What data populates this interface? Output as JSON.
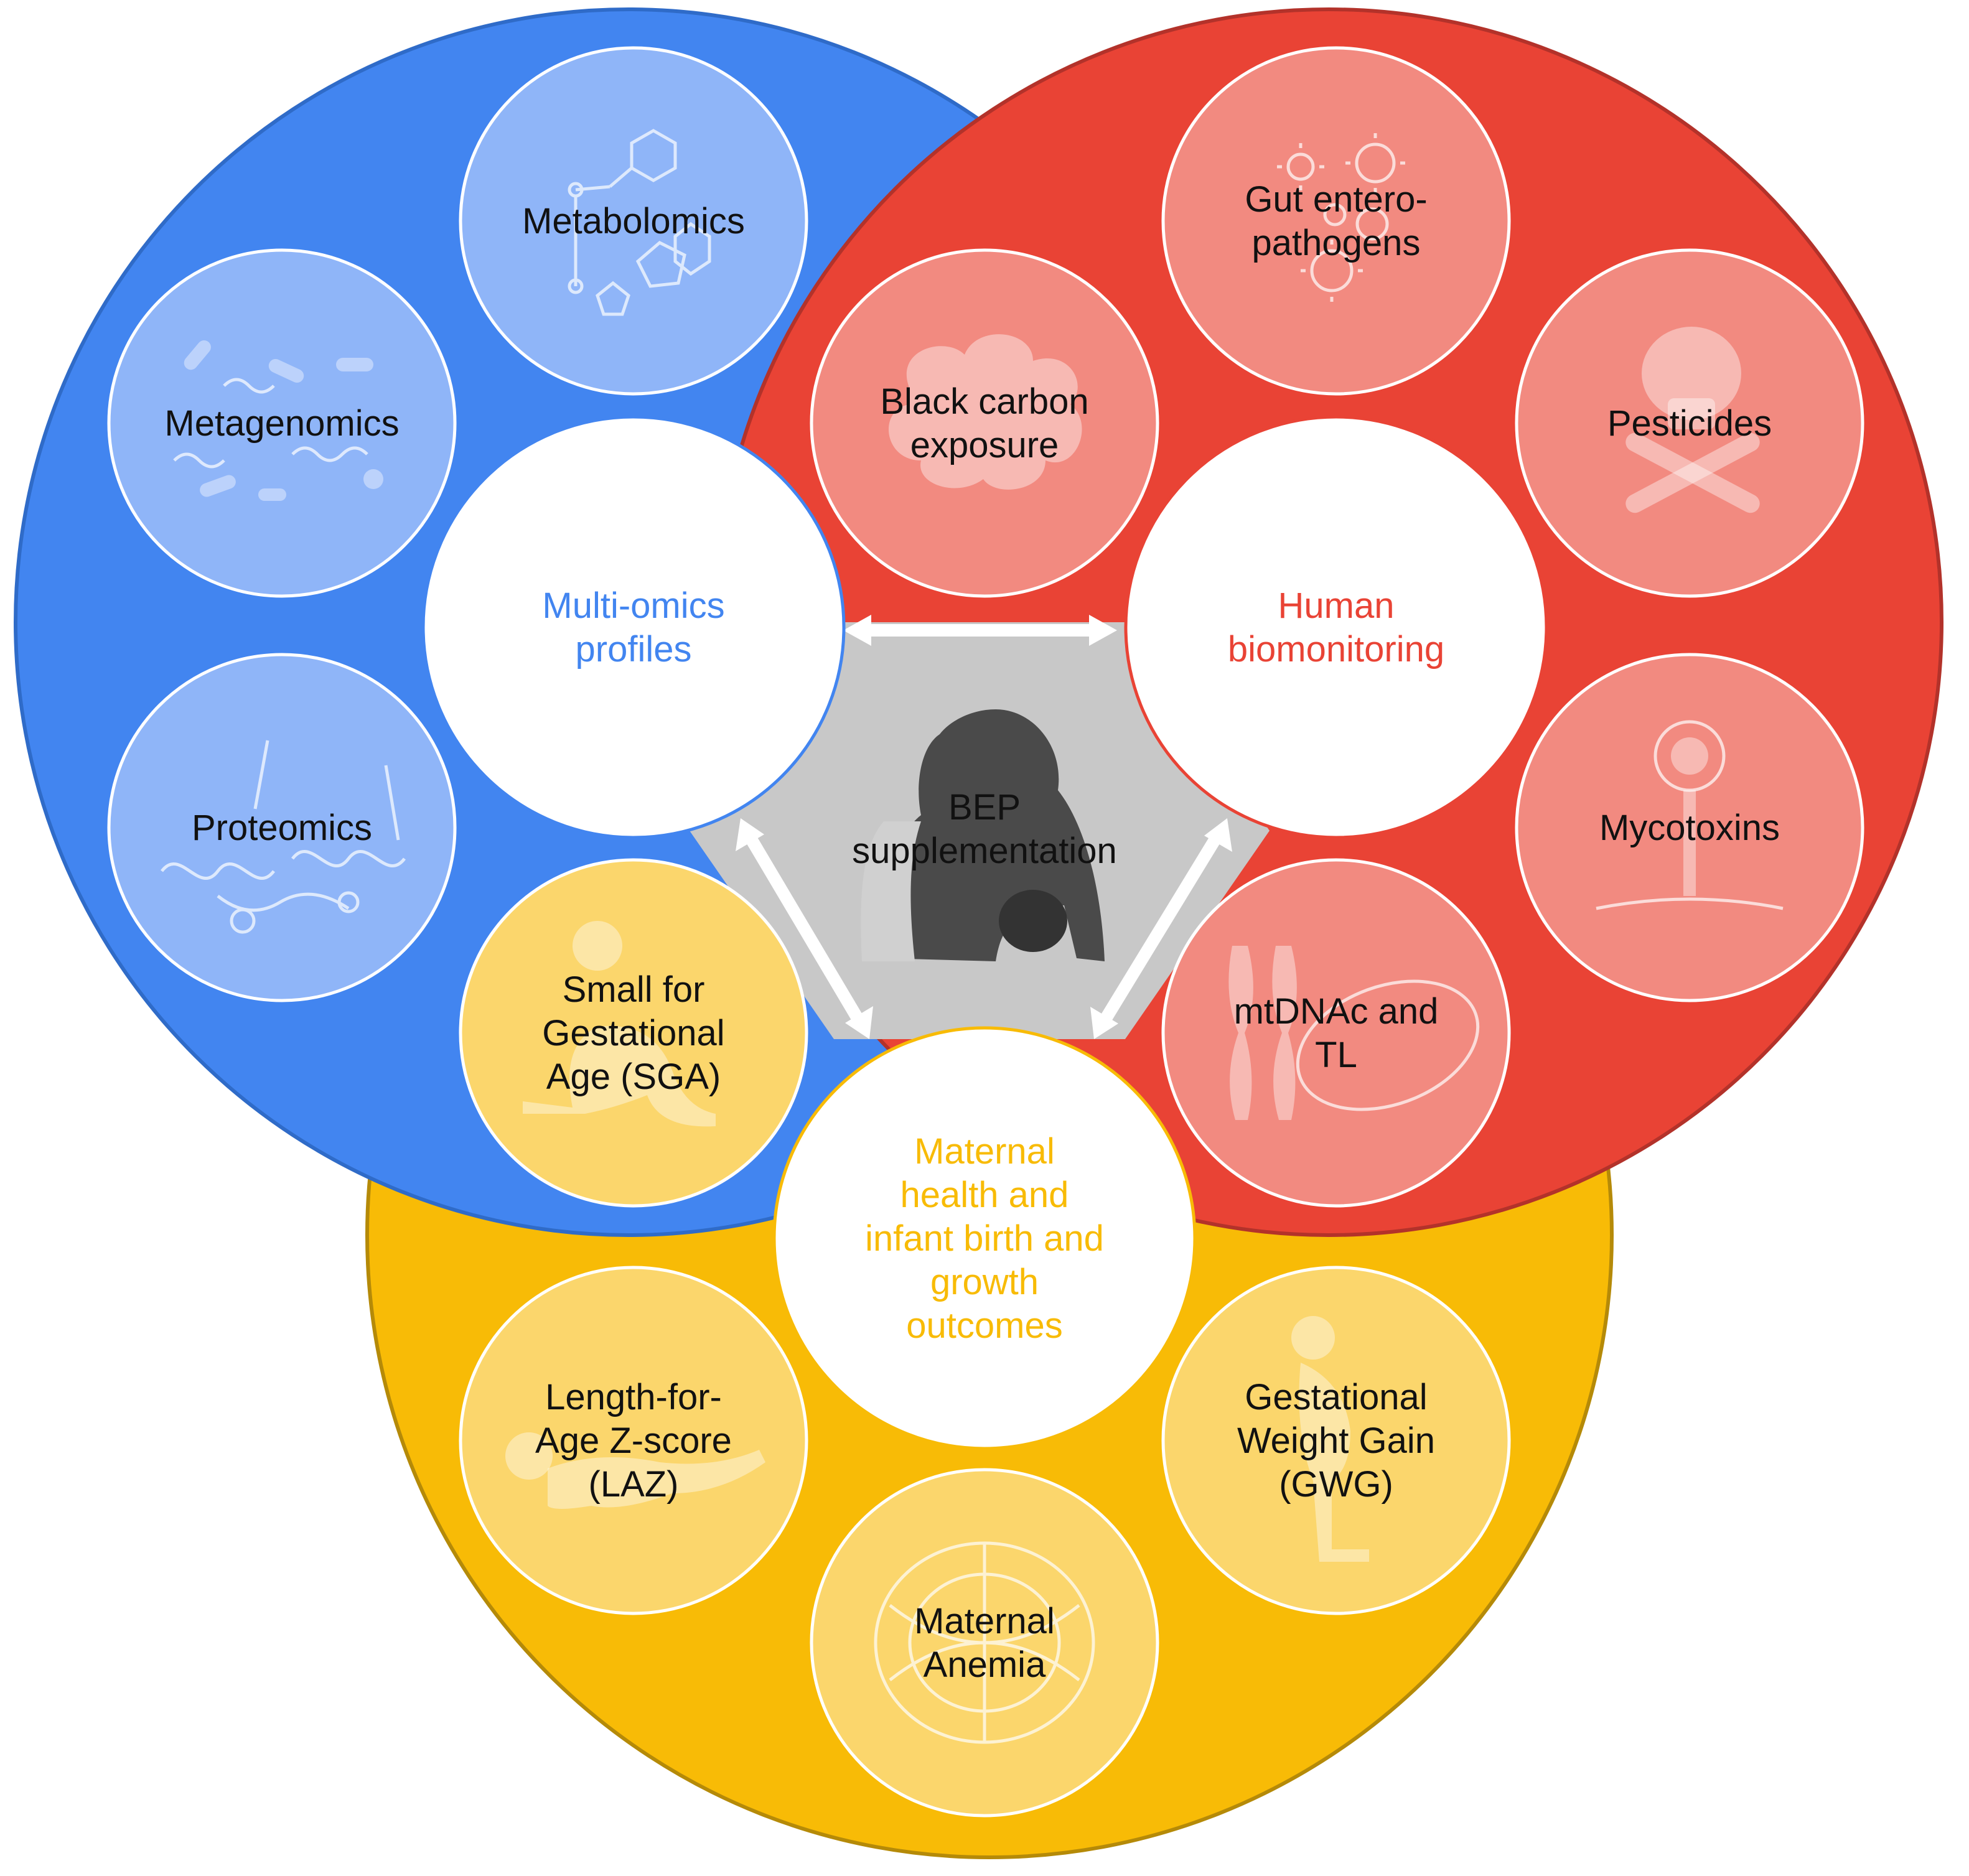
{
  "colors": {
    "blue": "#4285F0",
    "blue_light": "#8FB5F8",
    "red": "#E94335",
    "red_light": "#F28A80",
    "yellow": "#F8BB06",
    "yellow_light": "#FBD66C",
    "center_gray": "#C8C8C8"
  },
  "hubs": {
    "multi_omics": [
      "Multi-omics",
      "profiles"
    ],
    "human_biomonitoring": [
      "Human",
      "biomonitoring"
    ],
    "maternal": [
      "Maternal",
      "health and",
      "infant birth and",
      "growth",
      "outcomes"
    ]
  },
  "center": [
    "BEP",
    "supplementation"
  ],
  "nodes": {
    "metabolomics": [
      "Metabolomics"
    ],
    "metagenomics": [
      "Metagenomics"
    ],
    "proteomics": [
      "Proteomics"
    ],
    "gut_enteropathogens": [
      "Gut entero-",
      "pathogens"
    ],
    "black_carbon": [
      "Black carbon",
      "exposure"
    ],
    "pesticides": [
      "Pesticides"
    ],
    "mycotoxins": [
      "Mycotoxins"
    ],
    "mtdna_tl": [
      "mtDNAc and",
      "TL"
    ],
    "sga": [
      "Small for",
      "Gestational",
      "Age (SGA)"
    ],
    "laz": [
      "Length-for-",
      "Age Z-score",
      "(LAZ)"
    ],
    "anemia": [
      "Maternal",
      "Anemia"
    ],
    "gwg": [
      "Gestational",
      "Weight Gain",
      "(GWG)"
    ]
  },
  "icons": {
    "metabolomics": "molecule-icon",
    "metagenomics": "bacteria-icon",
    "proteomics": "protein-icon",
    "gut_enteropathogens": "virus-icon",
    "black_carbon": "smoke-cloud-icon",
    "pesticides": "skull-crossbones-icon",
    "mycotoxins": "fungus-icon",
    "mtdna_tl": "chromosome-mitochondria-icon",
    "sga": "infant-icon",
    "laz": "crawling-baby-icon",
    "anemia": "blood-cell-icon",
    "gwg": "pregnant-woman-icon",
    "center": "breastfeeding-mother-icon"
  }
}
